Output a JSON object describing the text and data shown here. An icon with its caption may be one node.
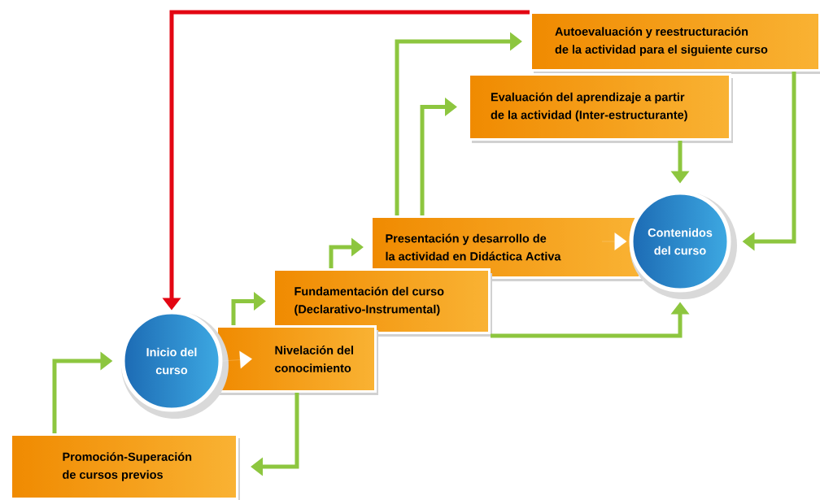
{
  "diagram": {
    "nodes": [
      {
        "text": [
          "Autoevaluación y reestructuración de la actividad para el siguiente curso"
        ]
      },
      {
        "text": [
          "Evaluación del aprendizaje a partir de la actividad (Inter-estructurante)"
        ]
      },
      {
        "text": [
          "Presentación y desarrollo de la actividad en Didáctica Activa"
        ]
      },
      {
        "text": [
          "Contenidos del curso"
        ]
      },
      {
        "text": [
          "Fundamentación del curso (Declarativo-Instrumental)"
        ]
      },
      {
        "text": [
          "Inicio del curso"
        ]
      },
      {
        "text": [
          "Nivelación del conocimiento"
        ]
      },
      {
        "text": [
          "Promoción-Superación de cursos previos"
        ]
      }
    ],
    "edges": [
      {
        "from": 0,
        "to": 5,
        "arrow": "to",
        "color": "#e30613"
      },
      {
        "from": 7,
        "to": 5,
        "arrow": "to"
      },
      {
        "from": 6,
        "to": 4,
        "arrow": "to"
      },
      {
        "from": 4,
        "to": 2,
        "arrow": "to"
      },
      {
        "from": 2,
        "to": 0,
        "arrow": "to"
      },
      {
        "from": 2,
        "to": 1,
        "arrow": "to"
      },
      {
        "from": 1,
        "to": 3,
        "arrow": "to"
      },
      {
        "from": 0,
        "to": 3,
        "arrow": "to"
      },
      {
        "from": 4,
        "to": 3,
        "arrow": "to"
      },
      {
        "from": 6,
        "to": 7,
        "arrow": "to"
      },
      {
        "from": 5,
        "to": 6,
        "arrow": "to",
        "color": "#ffffff"
      },
      {
        "from": 2,
        "to": 3,
        "arrow": "to",
        "color": "#ffffff"
      }
    ]
  }
}
